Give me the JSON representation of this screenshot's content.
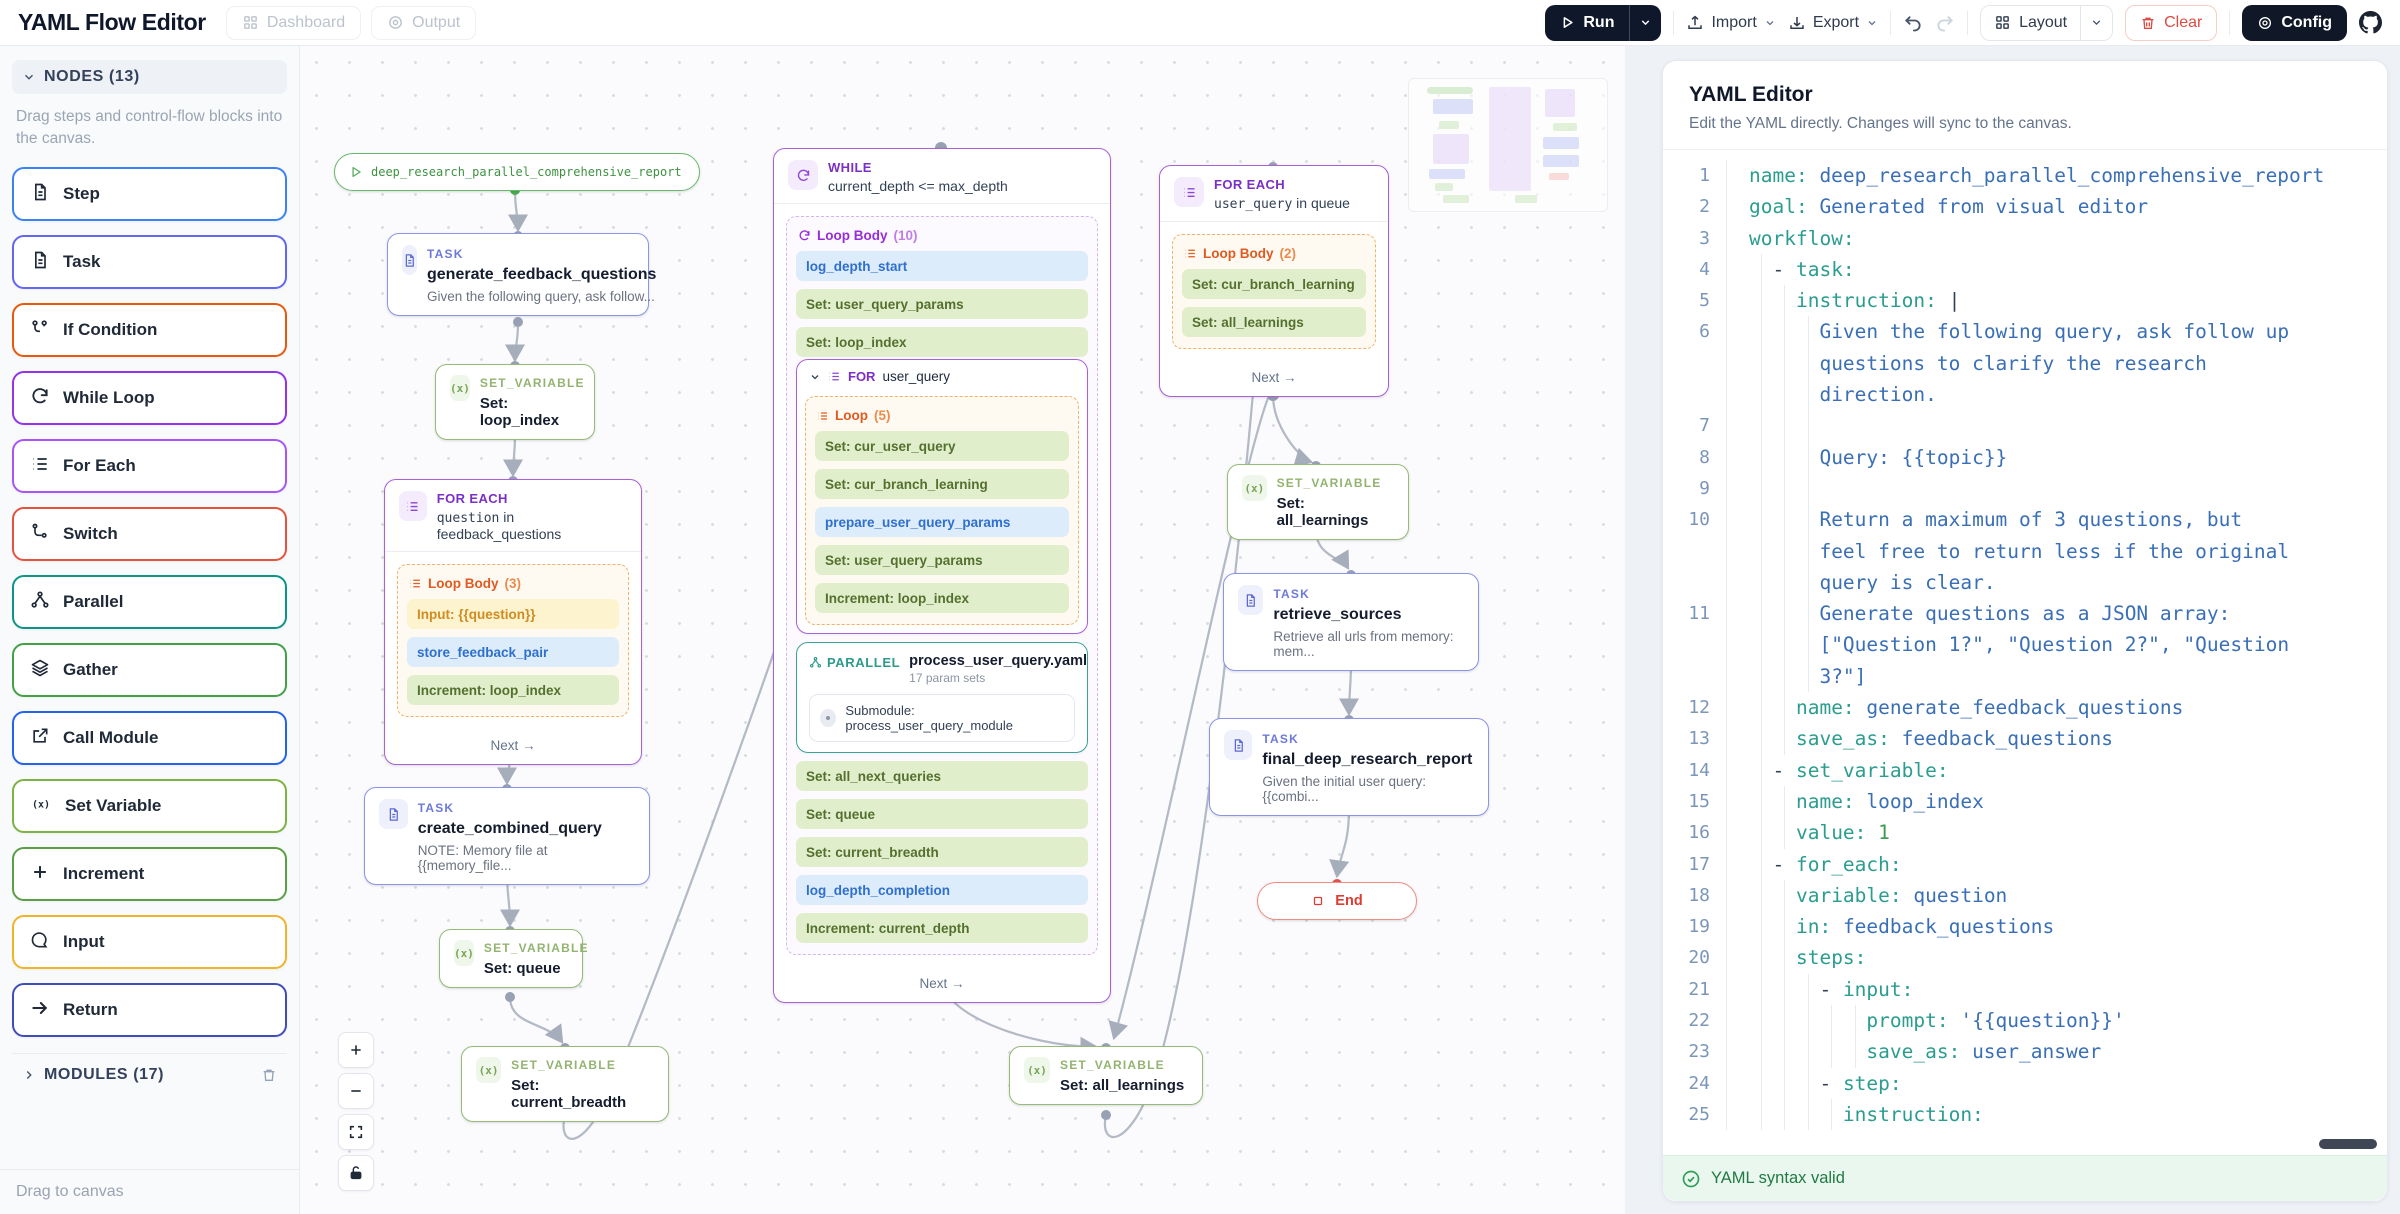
{
  "toolbar": {
    "title": "YAML Flow Editor",
    "dashboard": "Dashboard",
    "output": "Output",
    "run": "Run",
    "import": "Import",
    "export": "Export",
    "layout": "Layout",
    "clear": "Clear",
    "config": "Config"
  },
  "colors": {
    "run_button_bg": "#0f172a",
    "clear_red": "#dc4b43",
    "valid_green": "#217a43",
    "yaml_key_teal": "#2b9d8f",
    "yaml_value_blue": "#3a6fb5",
    "task_indigo": "#6c79da",
    "set_variable_green": "#93b371",
    "loop_purple": "#7c2fc4",
    "parallel_teal": "#2d9a8c"
  },
  "sidebar": {
    "nodes_header": "NODES (13)",
    "description": "Drag steps and control-flow blocks into the canvas.",
    "items": [
      {
        "label": "Step",
        "color": "#3b82f6",
        "icon": "doc"
      },
      {
        "label": "Task",
        "color": "#6366f1",
        "icon": "doc"
      },
      {
        "label": "If Condition",
        "color": "#e8590c",
        "icon": "branch"
      },
      {
        "label": "While Loop",
        "color": "#9333ea",
        "icon": "refresh"
      },
      {
        "label": "For Each",
        "color": "#a855f7",
        "icon": "list"
      },
      {
        "label": "Switch",
        "color": "#e5533d",
        "icon": "switch"
      },
      {
        "label": "Parallel",
        "color": "#0d9488",
        "icon": "network"
      },
      {
        "label": "Gather",
        "color": "#43a047",
        "icon": "layers"
      },
      {
        "label": "Call Module",
        "color": "#2563eb",
        "icon": "external"
      },
      {
        "label": "Set Variable",
        "color": "#7cb342",
        "icon": "setvar"
      },
      {
        "label": "Increment",
        "color": "#5a9e45",
        "icon": "plus"
      },
      {
        "label": "Input",
        "color": "#f0b429",
        "icon": "bubble"
      },
      {
        "label": "Return",
        "color": "#3f4db8",
        "icon": "arrow"
      }
    ],
    "modules_header": "MODULES (17)",
    "footer": "Drag to canvas"
  },
  "canvas": {
    "start": {
      "label": "deep_research_parallel_comprehensive_report"
    },
    "task_generate": {
      "kind": "TASK",
      "title": "generate_feedback_questions",
      "desc": "Given the following query, ask follow..."
    },
    "set_loop_index": {
      "kind": "SET_VARIABLE",
      "title": "Set: loop_index"
    },
    "foreach_question": {
      "kind": "FOR EACH",
      "sub_var": "question",
      "sub_rest": " in feedback_questions",
      "loop_title": "Loop Body",
      "loop_count": "(3)",
      "items": [
        {
          "t": "Input: {{question}}",
          "c": "yellow"
        },
        {
          "t": "store_feedback_pair",
          "c": "blue"
        },
        {
          "t": "Increment: loop_index",
          "c": "green"
        }
      ],
      "next": "Next →"
    },
    "task_combined": {
      "kind": "TASK",
      "title": "create_combined_query",
      "desc": "NOTE: Memory file at {{memory_file..."
    },
    "set_queue": {
      "kind": "SET_VARIABLE",
      "title": "Set: queue"
    },
    "set_breadth": {
      "kind": "SET_VARIABLE",
      "title": "Set: current_breadth"
    },
    "while_loop": {
      "kind": "WHILE",
      "subtitle": "current_depth <= max_depth",
      "loop_title": "Loop Body",
      "loop_count": "(10)",
      "pre_items": [
        {
          "t": "log_depth_start",
          "c": "blue"
        },
        {
          "t": "Set: user_query_params",
          "c": "green"
        },
        {
          "t": "Set: loop_index",
          "c": "green"
        }
      ],
      "inner_for": {
        "label": "FOR",
        "variable": "user_query",
        "loop_title": "Loop",
        "loop_count": "(5)",
        "items": [
          {
            "t": "Set: cur_user_query",
            "c": "green"
          },
          {
            "t": "Set: cur_branch_learning",
            "c": "green"
          },
          {
            "t": "prepare_user_query_params",
            "c": "blue"
          },
          {
            "t": "Set: user_query_params",
            "c": "green"
          },
          {
            "t": "Increment: loop_index",
            "c": "green"
          }
        ]
      },
      "parallel": {
        "kind": "PARALLEL",
        "title": "process_user_query.yaml",
        "subtitle": "17 param sets",
        "submodule": "Submodule: process_user_query_module"
      },
      "post_items": [
        {
          "t": "Set: all_next_queries",
          "c": "green"
        },
        {
          "t": "Set: queue",
          "c": "green"
        },
        {
          "t": "Set: current_breadth",
          "c": "green"
        },
        {
          "t": "log_depth_completion",
          "c": "blue"
        },
        {
          "t": "Increment: current_depth",
          "c": "green"
        }
      ],
      "next": "Next →"
    },
    "set_all_learnings_mid": {
      "kind": "SET_VARIABLE",
      "title": "Set: all_learnings"
    },
    "foreach_user_query": {
      "kind": "FOR EACH",
      "sub_var": "user_query",
      "sub_rest": " in queue",
      "loop_title": "Loop Body",
      "loop_count": "(2)",
      "items": [
        {
          "t": "Set: cur_branch_learning",
          "c": "green"
        },
        {
          "t": "Set: all_learnings",
          "c": "green"
        }
      ],
      "next": "Next →"
    },
    "set_all_learnings": {
      "kind": "SET_VARIABLE",
      "title": "Set: all_learnings"
    },
    "task_retrieve": {
      "kind": "TASK",
      "title": "retrieve_sources",
      "desc": "Retrieve all urls from memory: mem..."
    },
    "task_final": {
      "kind": "TASK",
      "title": "final_deep_research_report",
      "desc": "Given the initial user query: {{combi..."
    },
    "end": {
      "label": "End"
    }
  },
  "editor": {
    "title": "YAML Editor",
    "subtitle": "Edit the YAML directly. Changes will sync to the canvas.",
    "status": "YAML syntax valid",
    "rows": [
      {
        "n": "1",
        "pad": 0,
        "g": 0,
        "s": [
          [
            "k",
            "name:"
          ],
          [
            "v",
            " deep_research_parallel_comprehensive_report"
          ]
        ]
      },
      {
        "n": "2",
        "pad": 0,
        "g": 0,
        "s": [
          [
            "k",
            "goal:"
          ],
          [
            "v",
            " Generated from visual editor"
          ]
        ]
      },
      {
        "n": "3",
        "pad": 0,
        "g": 0,
        "s": [
          [
            "k",
            "workflow:"
          ]
        ]
      },
      {
        "n": "4",
        "pad": 2,
        "g": 1,
        "s": [
          [
            "d",
            "- "
          ],
          [
            "k",
            "task:"
          ]
        ]
      },
      {
        "n": "5",
        "pad": 4,
        "g": 2,
        "s": [
          [
            "k",
            "instruction:"
          ],
          [
            "d",
            " |"
          ]
        ]
      },
      {
        "n": "6",
        "pad": 6,
        "g": 3,
        "s": [
          [
            "v",
            "Given the following query, ask follow up"
          ]
        ]
      },
      {
        "n": "",
        "pad": 6,
        "g": 3,
        "s": [
          [
            "v",
            "questions to clarify the research"
          ]
        ]
      },
      {
        "n": "",
        "pad": 6,
        "g": 3,
        "s": [
          [
            "v",
            "direction."
          ]
        ]
      },
      {
        "n": "7",
        "pad": 6,
        "g": 3,
        "s": []
      },
      {
        "n": "8",
        "pad": 6,
        "g": 3,
        "s": [
          [
            "v",
            "Query: {{topic}}"
          ]
        ]
      },
      {
        "n": "9",
        "pad": 6,
        "g": 3,
        "s": []
      },
      {
        "n": "10",
        "pad": 6,
        "g": 3,
        "s": [
          [
            "v",
            "Return a maximum of 3 questions, but"
          ]
        ]
      },
      {
        "n": "",
        "pad": 6,
        "g": 3,
        "s": [
          [
            "v",
            "feel free to return less if the original"
          ]
        ]
      },
      {
        "n": "",
        "pad": 6,
        "g": 3,
        "s": [
          [
            "v",
            "query is clear."
          ]
        ]
      },
      {
        "n": "11",
        "pad": 6,
        "g": 3,
        "s": [
          [
            "v",
            "Generate questions as a JSON array:"
          ]
        ]
      },
      {
        "n": "",
        "pad": 6,
        "g": 3,
        "s": [
          [
            "v",
            "[\"Question 1?\", \"Question 2?\", \"Question"
          ]
        ]
      },
      {
        "n": "",
        "pad": 6,
        "g": 3,
        "s": [
          [
            "v",
            "3?\"]"
          ]
        ]
      },
      {
        "n": "12",
        "pad": 4,
        "g": 2,
        "s": [
          [
            "k",
            "name:"
          ],
          [
            "v",
            " generate_feedback_questions"
          ]
        ]
      },
      {
        "n": "13",
        "pad": 4,
        "g": 2,
        "s": [
          [
            "k",
            "save_as:"
          ],
          [
            "v",
            " feedback_questions"
          ]
        ]
      },
      {
        "n": "14",
        "pad": 2,
        "g": 1,
        "s": [
          [
            "d",
            "- "
          ],
          [
            "k",
            "set_variable:"
          ]
        ]
      },
      {
        "n": "15",
        "pad": 4,
        "g": 2,
        "s": [
          [
            "k",
            "name:"
          ],
          [
            "v",
            " loop_index"
          ]
        ]
      },
      {
        "n": "16",
        "pad": 4,
        "g": 2,
        "s": [
          [
            "k",
            "value:"
          ],
          [
            "num",
            " 1"
          ]
        ]
      },
      {
        "n": "17",
        "pad": 2,
        "g": 1,
        "s": [
          [
            "d",
            "- "
          ],
          [
            "k",
            "for_each:"
          ]
        ]
      },
      {
        "n": "18",
        "pad": 4,
        "g": 2,
        "s": [
          [
            "k",
            "variable:"
          ],
          [
            "v",
            " question"
          ]
        ]
      },
      {
        "n": "19",
        "pad": 4,
        "g": 2,
        "s": [
          [
            "k",
            "in:"
          ],
          [
            "v",
            " feedback_questions"
          ]
        ]
      },
      {
        "n": "20",
        "pad": 4,
        "g": 2,
        "s": [
          [
            "k",
            "steps:"
          ]
        ]
      },
      {
        "n": "21",
        "pad": 6,
        "g": 3,
        "s": [
          [
            "d",
            "- "
          ],
          [
            "k",
            "input:"
          ]
        ]
      },
      {
        "n": "22",
        "pad": 10,
        "g": 5,
        "s": [
          [
            "k",
            "prompt:"
          ],
          [
            "v",
            " '{{question}}'"
          ]
        ]
      },
      {
        "n": "23",
        "pad": 10,
        "g": 5,
        "s": [
          [
            "k",
            "save_as:"
          ],
          [
            "v",
            " user_answer"
          ]
        ]
      },
      {
        "n": "24",
        "pad": 6,
        "g": 3,
        "s": [
          [
            "d",
            "- "
          ],
          [
            "k",
            "step:"
          ]
        ]
      },
      {
        "n": "25",
        "pad": 8,
        "g": 4,
        "s": [
          [
            "k",
            "instruction:"
          ]
        ]
      }
    ]
  }
}
